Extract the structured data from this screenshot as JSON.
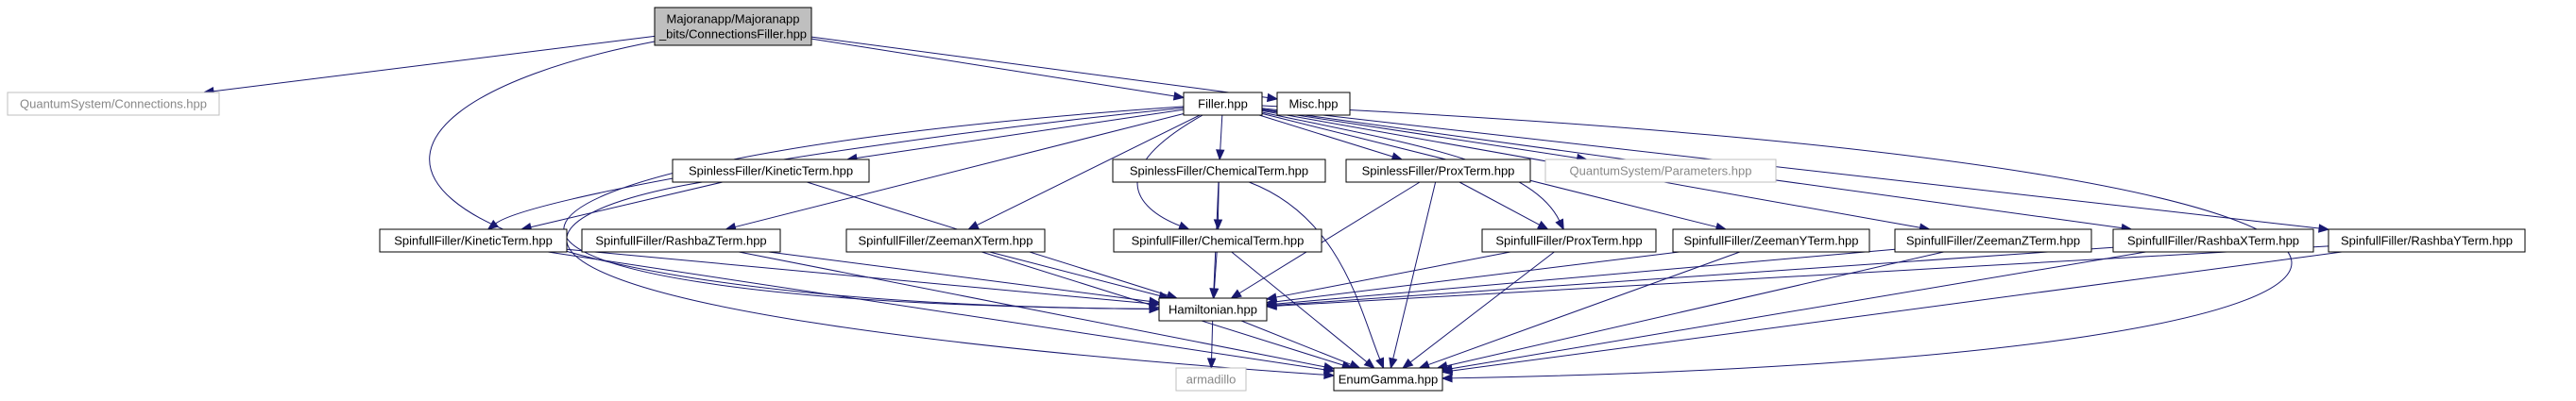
{
  "colors": {
    "edge": "#191970",
    "node_border": "#000000",
    "external_border": "#bfbfbf",
    "external_text": "#888888",
    "root_fill": "#bfbfbf",
    "node_fill": "#ffffff",
    "text": "#000000"
  },
  "nodes": [
    {
      "id": "root",
      "kind": "root",
      "lines": [
        "Majoranapp/Majoranapp",
        "_bits/ConnectionsFiller.hpp"
      ]
    },
    {
      "id": "qs_conn",
      "kind": "external",
      "lines": [
        "QuantumSystem/Connections.hpp"
      ]
    },
    {
      "id": "filler",
      "kind": "normal",
      "lines": [
        "Filler.hpp"
      ]
    },
    {
      "id": "misc",
      "kind": "normal",
      "lines": [
        "Misc.hpp"
      ]
    },
    {
      "id": "sl_kinetic",
      "kind": "normal",
      "lines": [
        "SpinlessFiller/KineticTerm.hpp"
      ]
    },
    {
      "id": "sl_chemical",
      "kind": "normal",
      "lines": [
        "SpinlessFiller/ChemicalTerm.hpp"
      ]
    },
    {
      "id": "sl_prox",
      "kind": "normal",
      "lines": [
        "SpinlessFiller/ProxTerm.hpp"
      ]
    },
    {
      "id": "qs_params",
      "kind": "external",
      "lines": [
        "QuantumSystem/Parameters.hpp"
      ]
    },
    {
      "id": "sf_kinetic",
      "kind": "normal",
      "lines": [
        "SpinfullFiller/KineticTerm.hpp"
      ]
    },
    {
      "id": "sf_rashbaz",
      "kind": "normal",
      "lines": [
        "SpinfullFiller/RashbaZTerm.hpp"
      ]
    },
    {
      "id": "sf_zeemanx",
      "kind": "normal",
      "lines": [
        "SpinfullFiller/ZeemanXTerm.hpp"
      ]
    },
    {
      "id": "sf_chemical",
      "kind": "normal",
      "lines": [
        "SpinfullFiller/ChemicalTerm.hpp"
      ]
    },
    {
      "id": "sf_prox",
      "kind": "normal",
      "lines": [
        "SpinfullFiller/ProxTerm.hpp"
      ]
    },
    {
      "id": "sf_zeemany",
      "kind": "normal",
      "lines": [
        "SpinfullFiller/ZeemanYTerm.hpp"
      ]
    },
    {
      "id": "sf_zeemanz",
      "kind": "normal",
      "lines": [
        "SpinfullFiller/ZeemanZTerm.hpp"
      ]
    },
    {
      "id": "sf_rashbax",
      "kind": "normal",
      "lines": [
        "SpinfullFiller/RashbaXTerm.hpp"
      ]
    },
    {
      "id": "sf_rashbay",
      "kind": "normal",
      "lines": [
        "SpinfullFiller/RashbaYTerm.hpp"
      ]
    },
    {
      "id": "hamiltonian",
      "kind": "normal",
      "lines": [
        "Hamiltonian.hpp"
      ]
    },
    {
      "id": "armadillo",
      "kind": "external",
      "lines": [
        "armadillo"
      ]
    },
    {
      "id": "enumgamma",
      "kind": "normal",
      "lines": [
        "EnumGamma.hpp"
      ]
    }
  ],
  "edges": [
    [
      "root",
      "qs_conn"
    ],
    [
      "root",
      "filler"
    ],
    [
      "root",
      "misc"
    ],
    [
      "root",
      "hamiltonian"
    ],
    [
      "filler",
      "sl_kinetic"
    ],
    [
      "filler",
      "sl_chemical"
    ],
    [
      "filler",
      "sl_prox"
    ],
    [
      "filler",
      "qs_params"
    ],
    [
      "filler",
      "sf_kinetic"
    ],
    [
      "filler",
      "sf_rashbaz"
    ],
    [
      "filler",
      "sf_zeemanx"
    ],
    [
      "filler",
      "sf_chemical"
    ],
    [
      "filler",
      "sf_prox"
    ],
    [
      "filler",
      "sf_zeemany"
    ],
    [
      "filler",
      "sf_zeemanz"
    ],
    [
      "filler",
      "sf_rashbax"
    ],
    [
      "filler",
      "sf_rashbay"
    ],
    [
      "filler",
      "hamiltonian"
    ],
    [
      "filler",
      "enumgamma"
    ],
    [
      "sl_kinetic",
      "sf_kinetic"
    ],
    [
      "sl_kinetic",
      "hamiltonian"
    ],
    [
      "sl_kinetic",
      "enumgamma"
    ],
    [
      "sl_chemical",
      "sf_chemical"
    ],
    [
      "sl_chemical",
      "hamiltonian"
    ],
    [
      "sl_chemical",
      "enumgamma"
    ],
    [
      "sl_prox",
      "sf_prox"
    ],
    [
      "sl_prox",
      "hamiltonian"
    ],
    [
      "sl_prox",
      "enumgamma"
    ],
    [
      "sf_kinetic",
      "hamiltonian"
    ],
    [
      "sf_kinetic",
      "enumgamma"
    ],
    [
      "sf_rashbaz",
      "hamiltonian"
    ],
    [
      "sf_rashbaz",
      "enumgamma"
    ],
    [
      "sf_zeemanx",
      "hamiltonian"
    ],
    [
      "sf_zeemanx",
      "enumgamma"
    ],
    [
      "sf_chemical",
      "hamiltonian"
    ],
    [
      "sf_chemical",
      "enumgamma"
    ],
    [
      "sf_prox",
      "hamiltonian"
    ],
    [
      "sf_prox",
      "enumgamma"
    ],
    [
      "sf_zeemany",
      "hamiltonian"
    ],
    [
      "sf_zeemany",
      "enumgamma"
    ],
    [
      "sf_zeemanz",
      "hamiltonian"
    ],
    [
      "sf_zeemanz",
      "enumgamma"
    ],
    [
      "sf_rashbax",
      "hamiltonian"
    ],
    [
      "sf_rashbax",
      "enumgamma"
    ],
    [
      "sf_rashbay",
      "hamiltonian"
    ],
    [
      "sf_rashbay",
      "enumgamma"
    ],
    [
      "hamiltonian",
      "armadillo"
    ],
    [
      "hamiltonian",
      "enumgamma"
    ]
  ]
}
